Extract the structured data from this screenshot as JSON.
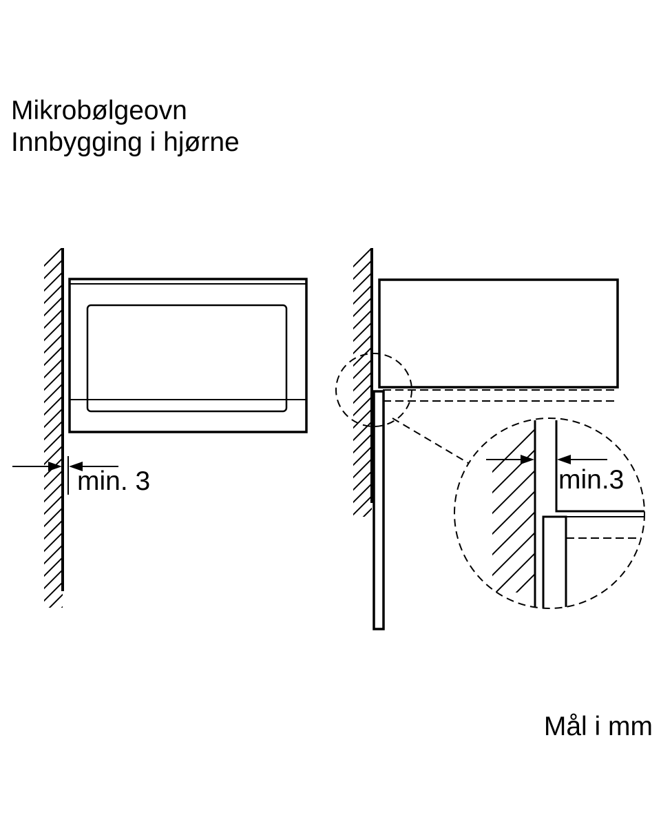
{
  "title": {
    "line1": "Mikrobølgeovn",
    "line2": "Innbygging i hjørne"
  },
  "dimensions": {
    "left_gap": "min. 3",
    "right_gap": "min.3"
  },
  "units_note": "Mål i mm",
  "colors": {
    "line": "#000000",
    "background": "#ffffff"
  }
}
